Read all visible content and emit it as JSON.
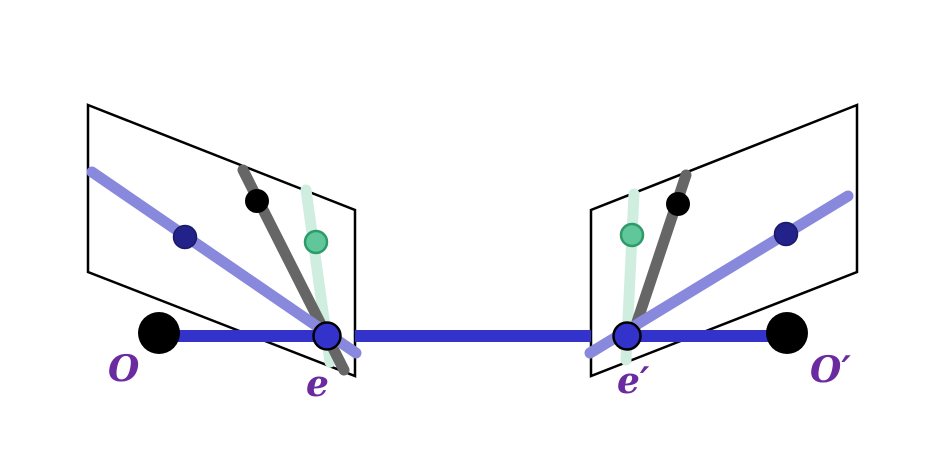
{
  "labels": {
    "left_center": "O",
    "left_epipole": "e",
    "right_epipole": "e′",
    "right_center": "O′"
  },
  "colors": {
    "background": "#ffffff",
    "plane_outline": "#000000",
    "baseline": "#3333cc",
    "epipolar_line_1": "#8888dd",
    "epipolar_line_2": "#666666",
    "epipolar_line_3": "#cfeee0",
    "point_dark_blue": "#22228a",
    "point_black": "#000000",
    "point_green": "#5fc79a",
    "point_green_stroke": "#2e9a6a",
    "epipole_fill": "#3333cc",
    "label": "#6a2aa0"
  }
}
